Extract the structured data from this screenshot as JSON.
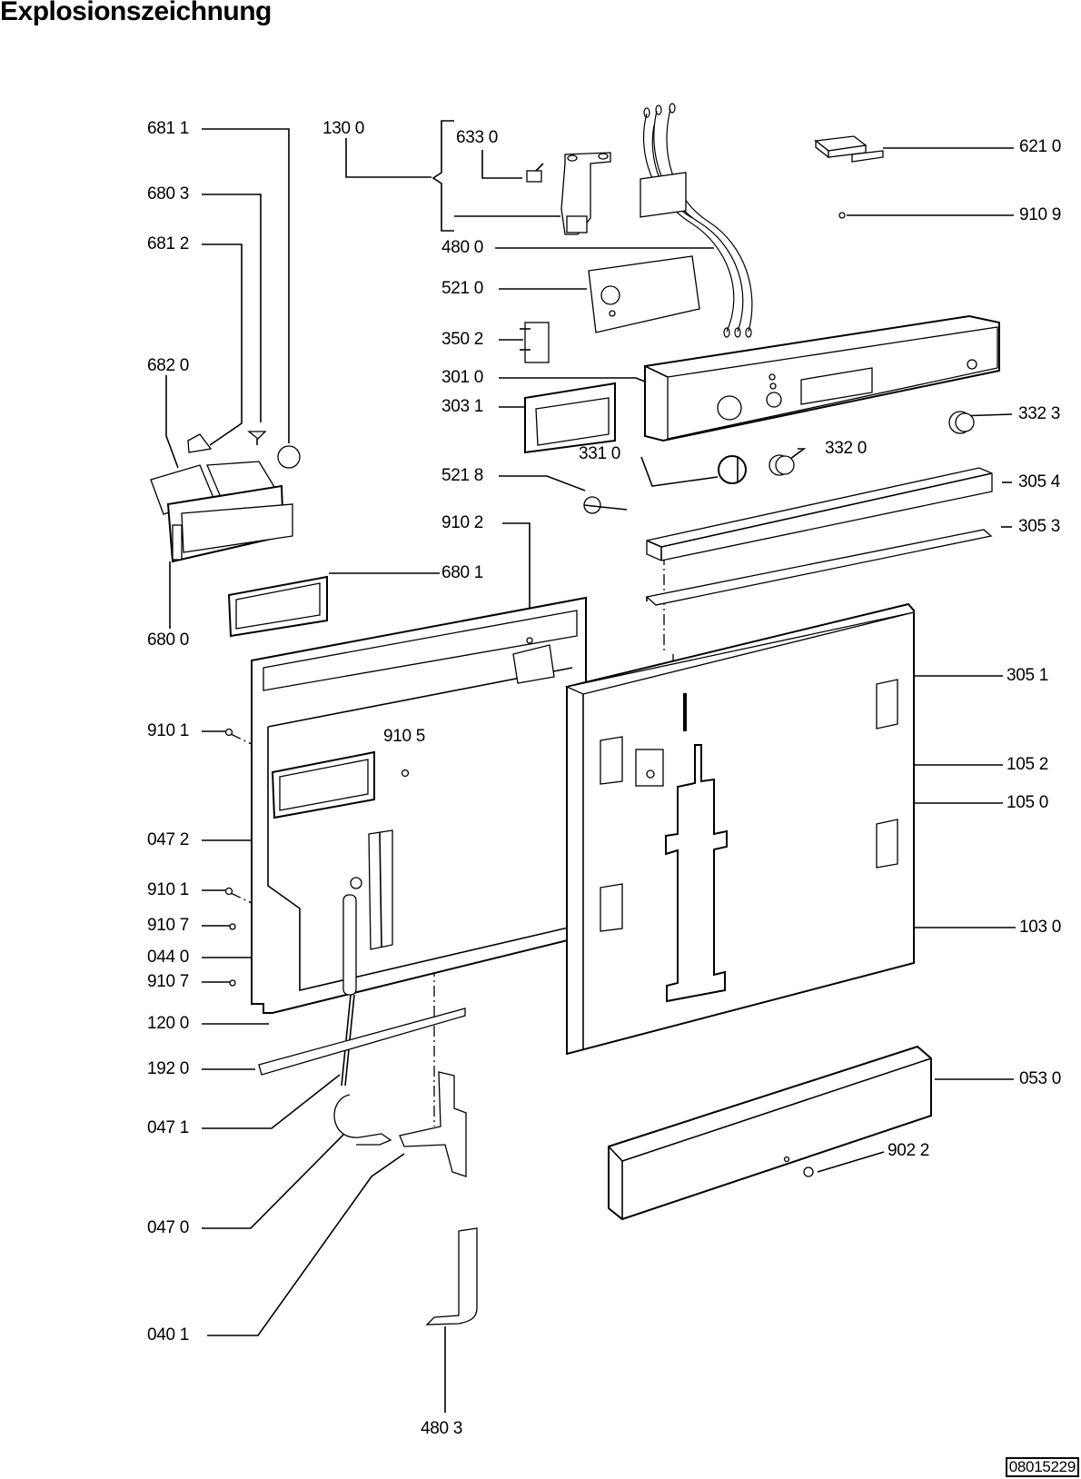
{
  "title": "Explosionszeichnung",
  "document_number": "08015229",
  "part_labels": {
    "p6811": "681 1",
    "p1300": "130 0",
    "p6330": "633 0",
    "p6210": "621 0",
    "p6803": "680 3",
    "p9109": "910 9",
    "p6812": "681 2",
    "p4800": "480 0",
    "p5210": "521 0",
    "p3502": "350 2",
    "p6820": "682 0",
    "p3010": "301 0",
    "p3031": "303 1",
    "p3323": "332 3",
    "p3310": "331 0",
    "p3320": "332 0",
    "p5218": "521 8",
    "p3054": "305 4",
    "p9102": "910 2",
    "p3053": "305 3",
    "p6801": "680 1",
    "p6800": "680 0",
    "p3051": "305 1",
    "p9101a": "910 1",
    "p9105": "910 5",
    "p1052": "105 2",
    "p1050": "105 0",
    "p0472": "047 2",
    "p9101b": "910 1",
    "p9107a": "910 7",
    "p0440": "044 0",
    "p9107b": "910 7",
    "p1030": "103 0",
    "p1200": "120 0",
    "p1920": "192 0",
    "p0530": "053 0",
    "p0471": "047 1",
    "p9022": "902 2",
    "p0470": "047 0",
    "p0401": "040 1",
    "p4803": "480 3"
  }
}
